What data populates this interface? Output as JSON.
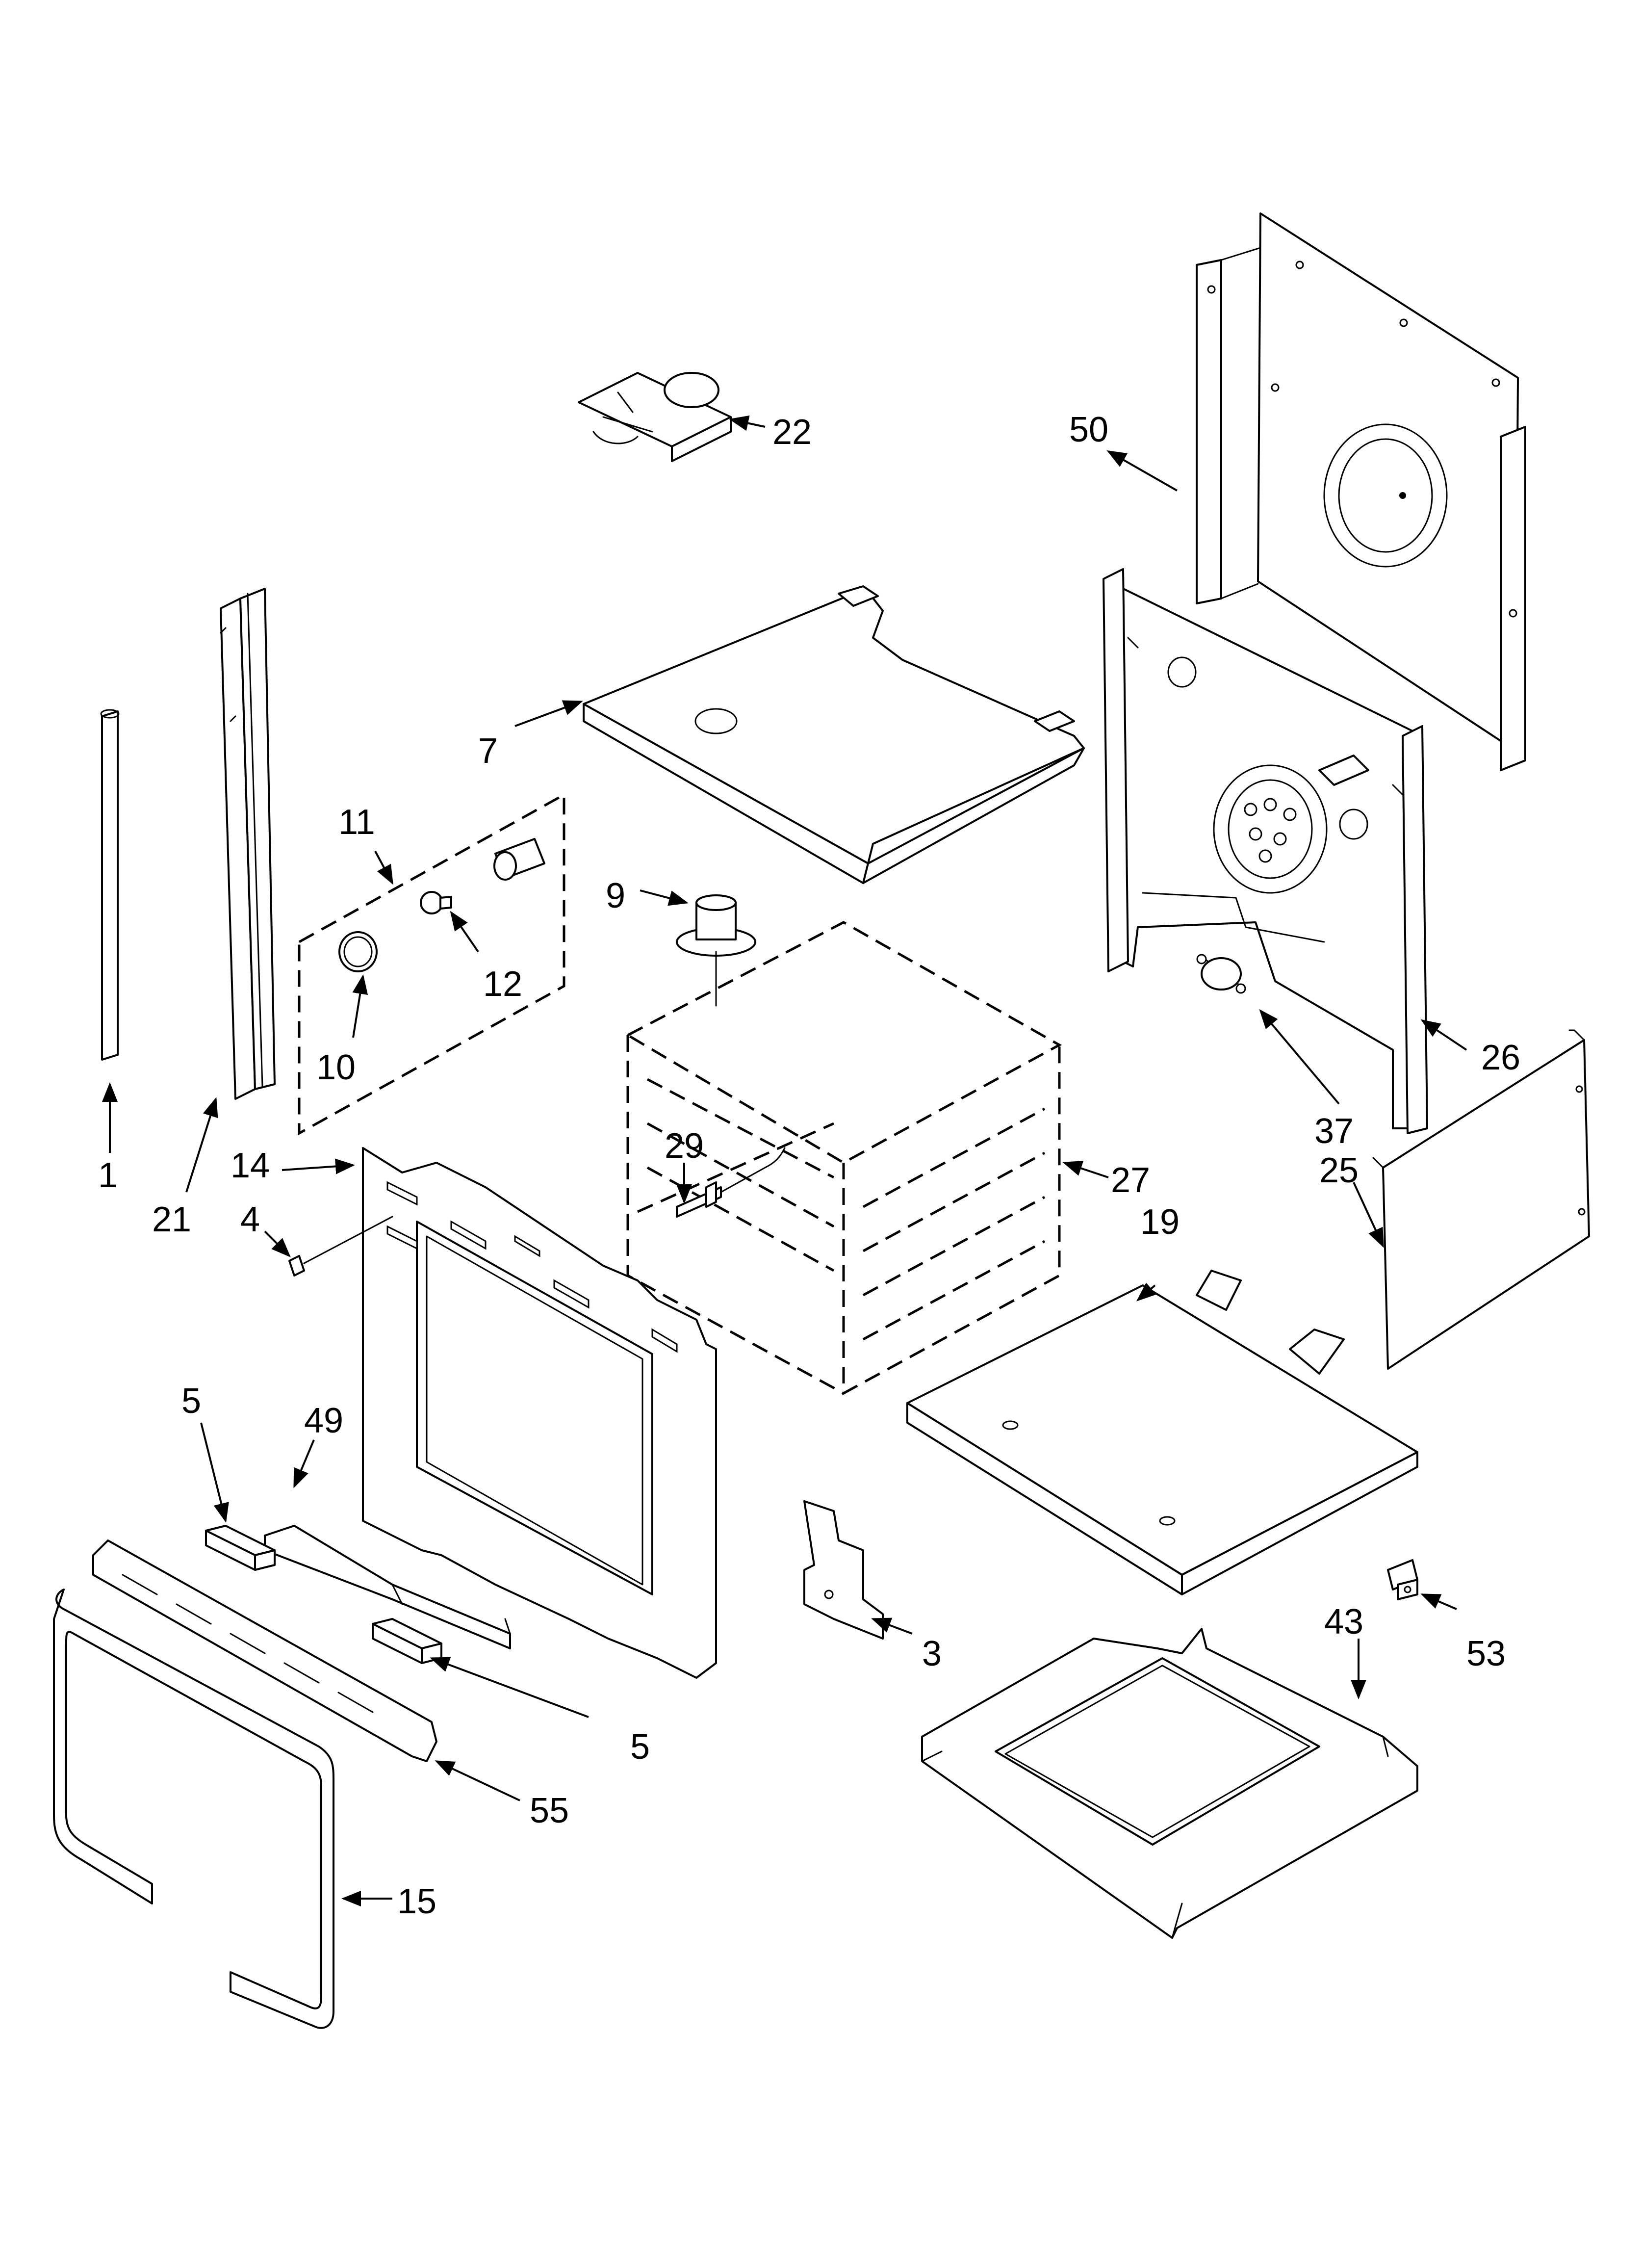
{
  "callouts": {
    "c1": "1",
    "c3": "3",
    "c4": "4",
    "c5a": "5",
    "c5b": "5",
    "c7": "7",
    "c9": "9",
    "c10": "10",
    "c11": "11",
    "c12": "12",
    "c14": "14",
    "c15": "15",
    "c19": "19",
    "c21": "21",
    "c22": "22",
    "c25": "25",
    "c26": "26",
    "c27": "27",
    "c29": "29",
    "c37": "37",
    "c43": "43",
    "c49": "49",
    "c50": "50",
    "c53": "53",
    "c55": "55"
  },
  "colors": {
    "line": "#000000",
    "background": "#ffffff"
  }
}
